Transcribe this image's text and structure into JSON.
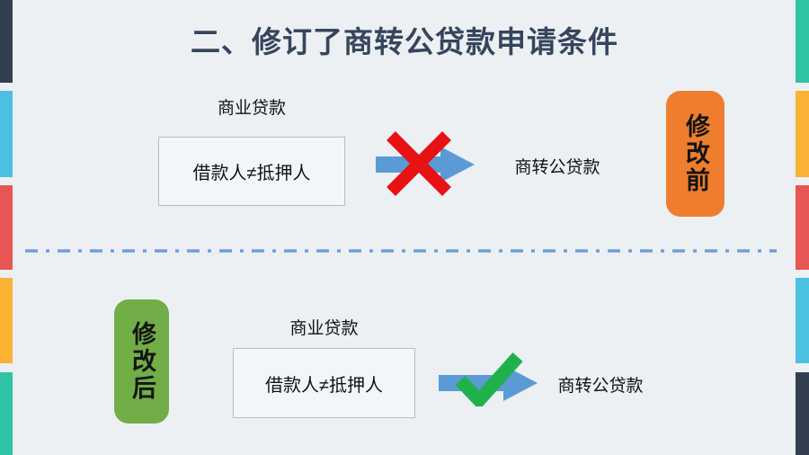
{
  "title": "二、修订了商转公贷款申请条件",
  "before": {
    "badge_label": "修改前",
    "badge_color": "#ee7e2d",
    "source_label": "商业贷款",
    "condition": "借款人≠抵押人",
    "target_label": "商转公贷款",
    "status_icon": "red-cross-icon"
  },
  "after": {
    "badge_label": "修改后",
    "badge_color": "#71ae47",
    "source_label": "商业贷款",
    "condition": "借款人≠抵押人",
    "target_label": "商转公贷款",
    "status_icon": "green-check-icon"
  },
  "colors": {
    "background": "#ecf0f3",
    "title_text": "#36455c",
    "arrow_blue": "#5b9bd5",
    "cross_red": "#e81113",
    "check_green": "#21b14c",
    "divider_blue": "#6f9fd8",
    "box_border": "#a7c0d4"
  },
  "decor": {
    "left": [
      "#333f4f",
      "#4cc0e0",
      "#e85654",
      "#f9b233",
      "#2ec4a4"
    ],
    "right": [
      "#2ec4a4",
      "#f9b233",
      "#e85654",
      "#4cc0e0",
      "#333f4f"
    ]
  }
}
